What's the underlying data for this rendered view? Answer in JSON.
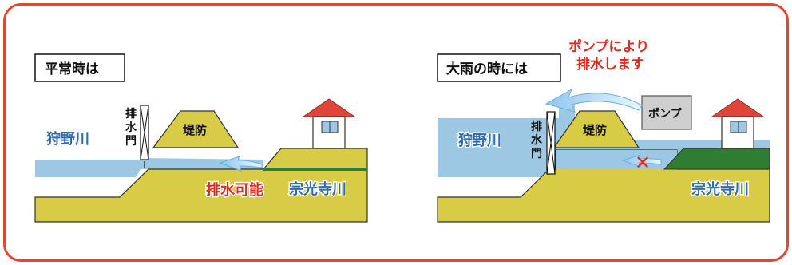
{
  "colors": {
    "frame": "#e8452c",
    "water": "#9cc8e4",
    "ground": "#d8cc46",
    "grass": "#2f7d32",
    "arrow": "#a9d3f0",
    "roof": "#e0453a",
    "pump_box": "#cfcfcf",
    "label_blue": "#2f6bb3",
    "label_red": "#e8261c"
  },
  "left_panel": {
    "title": "平常時は",
    "gate_label": [
      "排",
      "水",
      "門"
    ],
    "levee_label": "堤防",
    "river_main": "狩野川",
    "river_branch": "宗光寺川",
    "drain_label": "排水可能"
  },
  "right_panel": {
    "title": "大雨の時には",
    "gate_label": [
      "排",
      "水",
      "門"
    ],
    "levee_label": "堤防",
    "pump_label": "ポンプ",
    "pump_note_line1": "ポンプにより",
    "pump_note_line2": "排水します",
    "river_main": "狩野川",
    "river_branch": "宗光寺川",
    "blocked_mark": "✕"
  },
  "icons": {
    "house": "house-icon",
    "gate": "sluice-gate-icon",
    "arrow": "flow-arrow-icon",
    "cross": "cross-mark-icon"
  }
}
